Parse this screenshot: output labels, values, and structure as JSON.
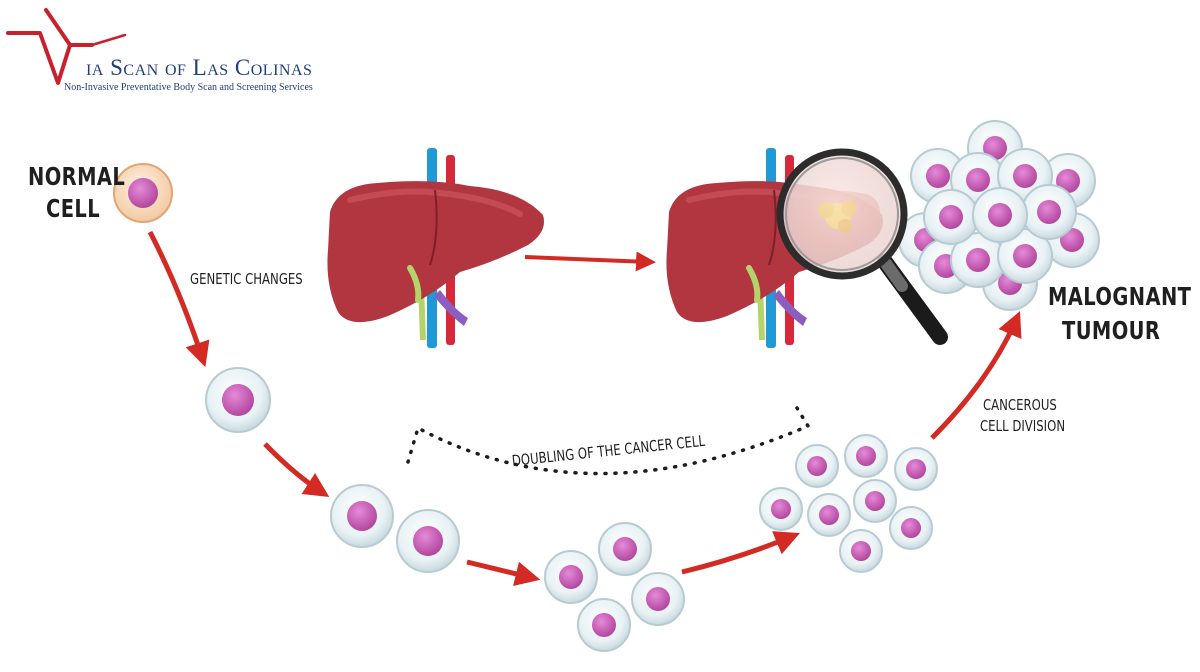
{
  "logo": {
    "title": "ia Scan of Las Colinas",
    "subtitle": "Non-Invasive Preventative Body Scan and Screening Services"
  },
  "labels": {
    "normal_cell_line1": "NORMAL",
    "normal_cell_line2": "CELL",
    "genetic_changes": "GENETIC CHANGES",
    "doubling": "DOUBLING OF THE CANCER CELL",
    "cancerous_line1": "CANCEROUS",
    "cancerous_line2": "CELL DIVISION",
    "malignant_line1": "MALOGNANT",
    "malignant_line2": "TUMOUR"
  },
  "colors": {
    "brand_red": "#c8202c",
    "brand_blue": "#1f3f7a",
    "arrow_red": "#d42a24",
    "liver": "#b2363f",
    "cell_nucleus": "#c45bb3",
    "cell_body": "#e4eef2"
  }
}
